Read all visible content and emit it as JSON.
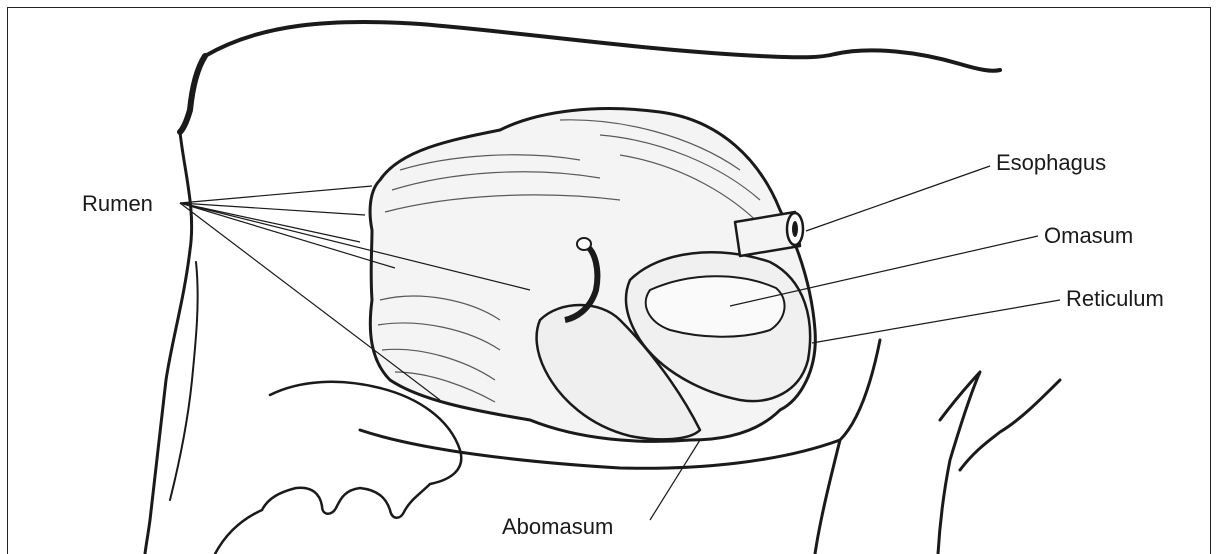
{
  "diagram": {
    "labels": {
      "rumen": "Rumen",
      "esophagus": "Esophagus",
      "omasum": "Omasum",
      "reticulum": "Reticulum",
      "abomasum": "Abomasum"
    },
    "colors": {
      "ink": "#1a1a1a",
      "organ_fill": "#f4f4f4",
      "background": "#ffffff"
    }
  }
}
